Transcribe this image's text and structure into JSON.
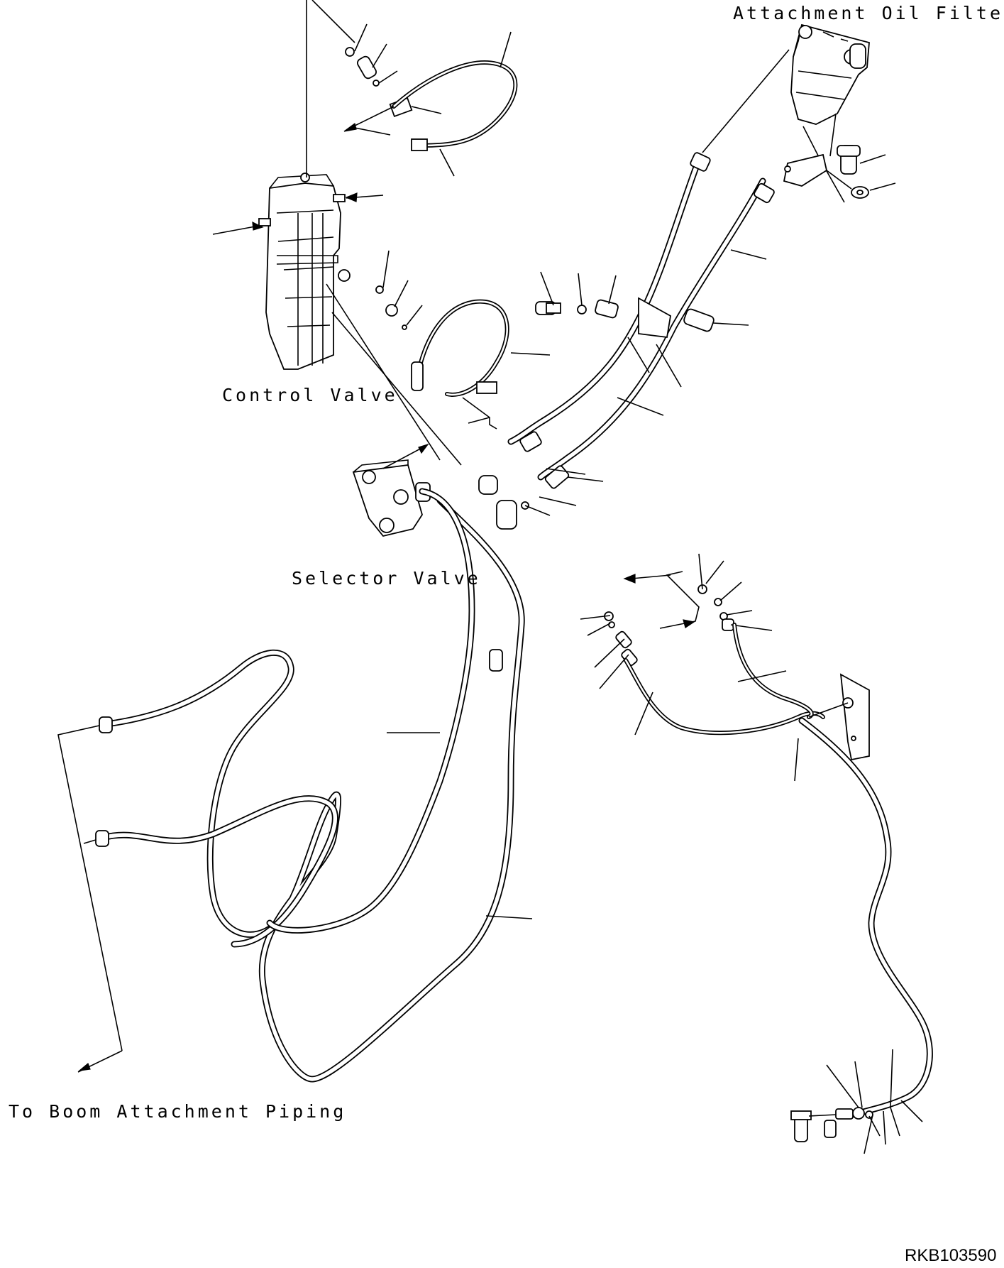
{
  "labels": {
    "attachment_oil_filter": "Attachment Oil Filter",
    "control_valve": "Control Valve",
    "selector_valve": "Selector Valve",
    "to_boom_attachment_piping": "To Boom Attachment Piping"
  },
  "drawing_code": "RKB103590"
}
